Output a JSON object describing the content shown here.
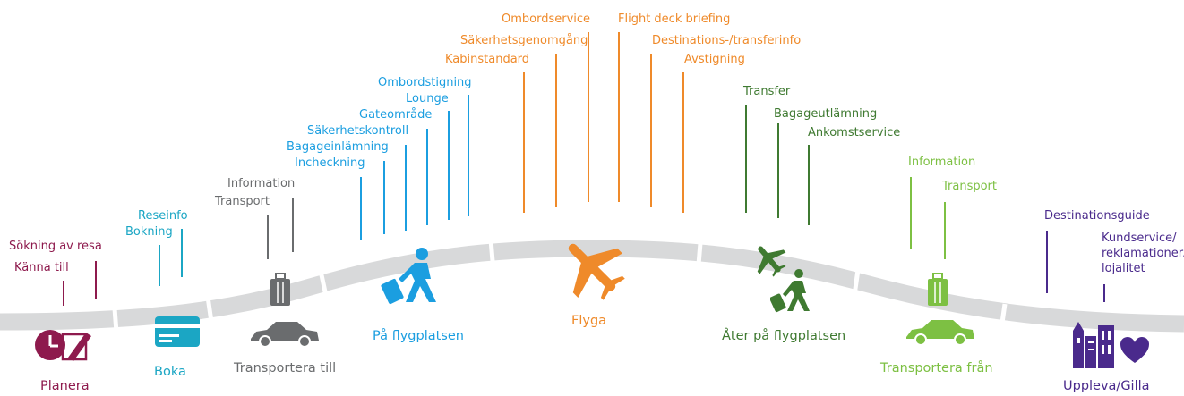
{
  "colors": {
    "planera": "#8e1a4d",
    "boka": "#1ba6c4",
    "transportera_till": "#6a6c6e",
    "pa_flygplatsen": "#1b9ee0",
    "flyga": "#ef8a2a",
    "ater_pa_flygplatsen": "#3f7a31",
    "transportera_fran": "#7dc043",
    "uppleva": "#4a2a8c",
    "road": "#d8d9da"
  },
  "stages": {
    "planera": {
      "title": "Planera",
      "labels": [
        "Sökning av resa",
        "Känna till"
      ],
      "icon": "clock-pen-icon"
    },
    "boka": {
      "title": "Boka",
      "labels": [
        "Reseinfo",
        "Bokning"
      ],
      "icon": "credit-card-icon"
    },
    "transportera_till": {
      "title": "Transportera till",
      "labels": [
        "Information",
        "Transport"
      ],
      "icons": [
        "suitcase-icon",
        "car-icon"
      ]
    },
    "pa_flygplatsen": {
      "title": "På flygplatsen",
      "labels": [
        "Ombordstigning",
        "Lounge",
        "Gateområde",
        "Säkerhetskontroll",
        "Bagageinlämning",
        "Incheckning"
      ],
      "icon": "traveler-with-suitcase-icon"
    },
    "flyga": {
      "title": "Flyga",
      "labels": [
        "Ombordservice",
        "Säkerhetsgenomgång",
        "Kabinstandard",
        "Flight deck briefing",
        "Destinations-/transferinfo",
        "Avstigning"
      ],
      "icon": "airplane-icon"
    },
    "ater_pa_flygplatsen": {
      "title": "Åter på flygplatsen",
      "labels": [
        "Transfer",
        "Bagageutlämning",
        "Ankomstservice"
      ],
      "icons": [
        "airplane-landing-icon",
        "traveler-with-suitcase-icon"
      ]
    },
    "transportera_fran": {
      "title": "Transportera från",
      "labels": [
        "Information",
        "Transport"
      ],
      "icons": [
        "suitcase-icon",
        "car-icon"
      ]
    },
    "uppleva": {
      "title": "Uppleva/Gilla",
      "labels": [
        "Destinationsguide",
        "Kundservice/",
        "reklamationer/",
        "lojalitet"
      ],
      "icons": [
        "city-buildings-icon",
        "heart-icon"
      ]
    }
  }
}
